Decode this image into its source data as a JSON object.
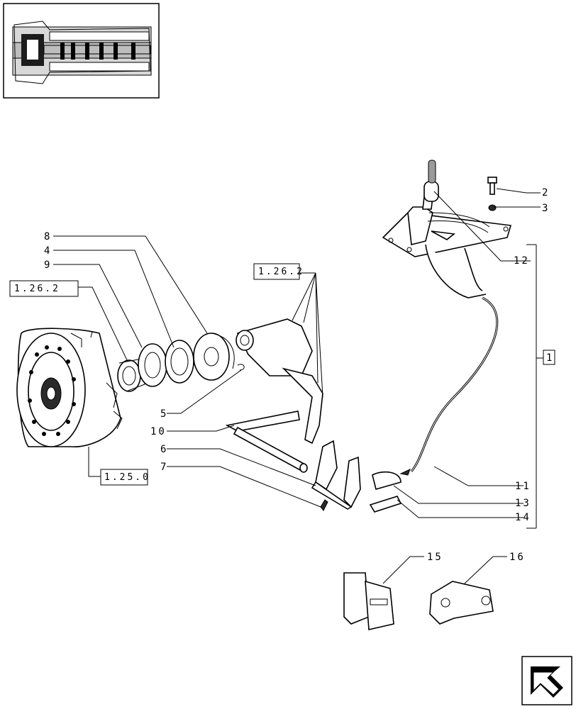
{
  "callouts": [
    {
      "id": "2",
      "label": "2"
    },
    {
      "id": "3",
      "label": "3"
    },
    {
      "id": "12",
      "label": "12"
    },
    {
      "id": "1",
      "label": "1"
    },
    {
      "id": "8",
      "label": "8"
    },
    {
      "id": "4",
      "label": "4"
    },
    {
      "id": "9",
      "label": "9"
    },
    {
      "id": "5",
      "label": "5"
    },
    {
      "id": "10",
      "label": "10"
    },
    {
      "id": "6",
      "label": "6"
    },
    {
      "id": "7",
      "label": "7"
    },
    {
      "id": "11",
      "label": "11"
    },
    {
      "id": "13",
      "label": "13"
    },
    {
      "id": "14",
      "label": "14"
    },
    {
      "id": "15",
      "label": "15"
    },
    {
      "id": "16",
      "label": "16"
    }
  ],
  "references": [
    {
      "id": "ref-1262-top",
      "label": "1.26.2"
    },
    {
      "id": "ref-1262-left",
      "label": "1.26.2"
    },
    {
      "id": "ref-1250",
      "label": "1.25.0"
    }
  ],
  "icons": {
    "thumbnail": "transmission-thumbnail-icon",
    "nav": "next-page-arrow-icon"
  }
}
